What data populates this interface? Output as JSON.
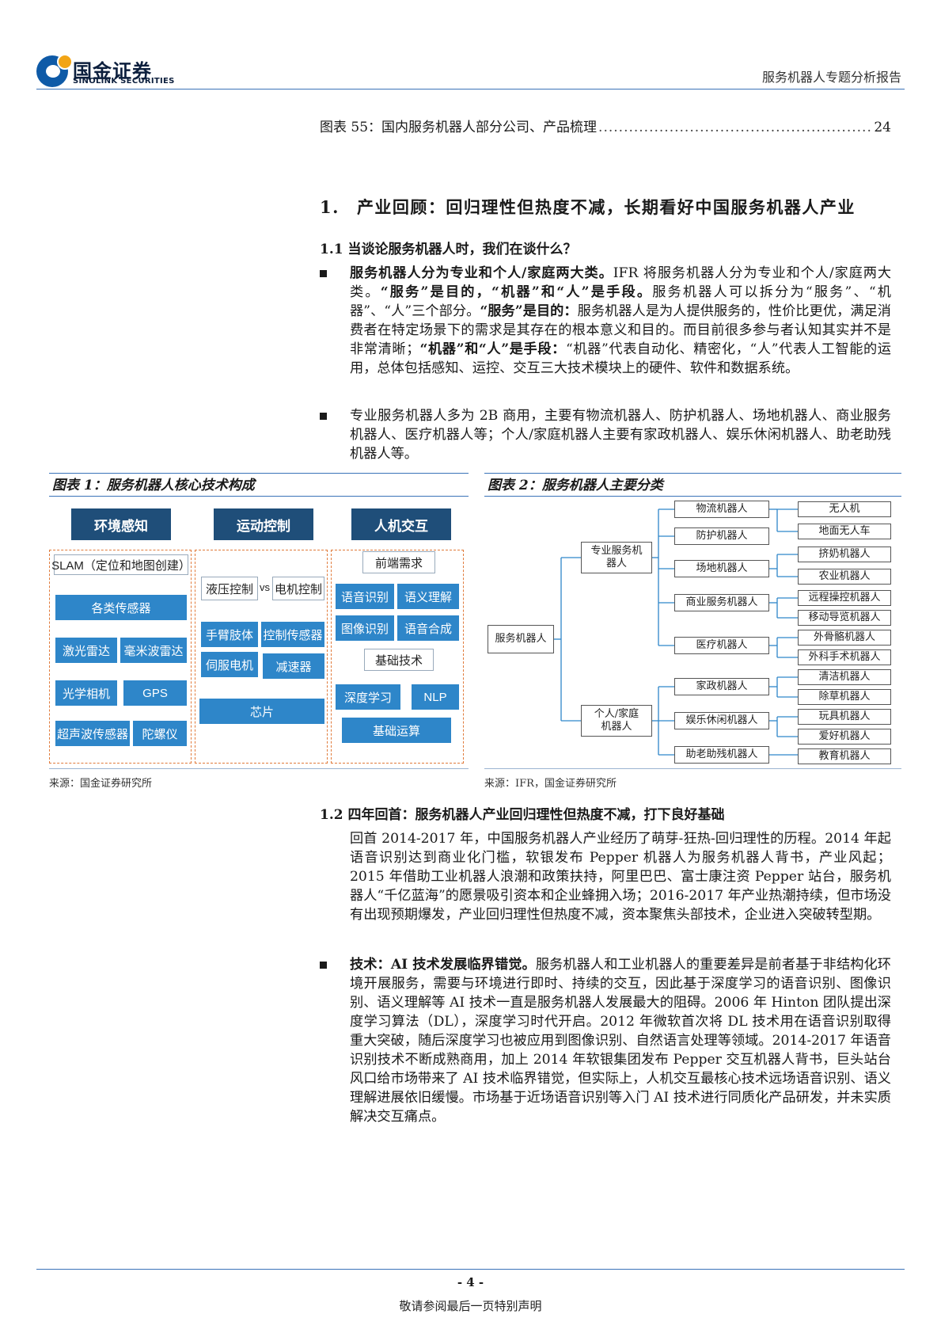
{
  "header": {
    "logo_cn": "国金证券",
    "logo_en": "SINOLINK SECURITIES",
    "report_title": "服务机器人专题分析报告"
  },
  "toc": {
    "entry": "图表 55：国内服务机器人部分公司、产品梳理",
    "page": "24"
  },
  "section1": {
    "number": "1.",
    "title": "产业回顾：回归理性但热度不减，长期看好中国服务机器人产业"
  },
  "section1_1": {
    "title": "1.1 当谈论服务机器人时，我们在谈什么？",
    "bullet1": {
      "lead": "服务机器人分为专业和个人/家庭两大类。",
      "t1": "IFR 将服务机器人分为专业和个人/家庭两大类。",
      "b1": "“服务”是目的，“机器”和“人”是手段。",
      "t2": "服务机器人可以拆分为“服务”、“机器”、“人”三个部分。",
      "b2": "“服务”是目的：",
      "t3": "服务机器人是为人提供服务的，性价比更优，满足消费者在特定场景下的需求是其存在的根本意义和目的。而目前很多参与者认知其实并不是非常清晰；",
      "b3": "“机器”和“人”是手段：",
      "t4": "“机器”代表自动化、精密化，“人”代表人工智能的运用，总体包括感知、运控、交互三大技术模块上的硬件、软件和数据系统。"
    },
    "bullet2": "专业服务机器人多为 2B 商用，主要有物流机器人、防护机器人、场地机器人、商业服务机器人、医疗机器人等；个人/家庭机器人主要有家政机器人、娱乐休闲机器人、助老助残机器人等。"
  },
  "figure1": {
    "caption": "图表 1：服务机器人核心技术构成",
    "source": "来源：国金证券研究所",
    "col1": {
      "head": "环境感知",
      "slam": "SLAM（定位和地图创建）",
      "sensors": "各类传感器",
      "lidar": "激光雷达",
      "mmwave": "毫米波雷达",
      "camera": "光学相机",
      "gps": "GPS",
      "ultrasonic": "超声波传感器",
      "gyro": "陀螺仪"
    },
    "col2": {
      "head": "运动控制",
      "hydraulic": "液压控制",
      "vs": "vs",
      "motor_ctrl": "电机控制",
      "arm": "手臂肢体",
      "ctrl_sensor": "控制传感器",
      "servo": "伺服电机",
      "reducer": "减速器",
      "chip": "芯片"
    },
    "col3": {
      "head": "人机交互",
      "front": "前端需求",
      "asr": "语音识别",
      "nlu": "语义理解",
      "img": "图像识别",
      "tts": "语音合成",
      "basic_tech": "基础技术",
      "dl": "深度学习",
      "nlp": "NLP",
      "compute": "基础运算"
    }
  },
  "figure2": {
    "caption": "图表 2：服务机器人主要分类",
    "source": "来源：IFR，国金证券研究所",
    "root": "服务机器人",
    "pro": "专业服务机\n器人",
    "personal": "个人/家庭\n机器人",
    "pro_children": [
      "物流机器人",
      "防护机器人",
      "场地机器人",
      "商业服务机器人",
      "医疗机器人"
    ],
    "personal_children": [
      "家政机器人",
      "娱乐休闲机器人",
      "助老助残机器人"
    ],
    "leaves": [
      "无人机",
      "地面无人车",
      "挤奶机器人",
      "农业机器人",
      "远程操控机器人",
      "移动导览机器人",
      "外骨骼机器人",
      "外科手术机器人",
      "清洁机器人",
      "除草机器人",
      "玩具机器人",
      "爱好机器人",
      "教育机器人"
    ]
  },
  "section1_2": {
    "title": "1.2 四年回首：服务机器人产业回归理性但热度不减，打下良好基础",
    "intro": "回首 2014-2017 年，中国服务机器人产业经历了萌芽-狂热-回归理性的历程。2014 年起语音识别达到商业化门槛，软银发布 Pepper 机器人为服务机器人背书，产业风起； 2015 年借助工业机器人浪潮和政策扶持，阿里巴巴、富士康注资 Pepper 站台，服务机器人“千亿蓝海”的愿景吸引资本和企业蜂拥入场；2016-2017 年产业热潮持续，但市场没有出现预期爆发，产业回归理性但热度不减，资本聚焦头部技术，企业进入突破转型期。",
    "bullet_lead": "技术：AI 技术发展临界错觉。",
    "bullet_text": "服务机器人和工业机器人的重要差异是前者基于非结构化环境开展服务，需要与环境进行即时、持续的交互，因此基于深度学习的语音识别、图像识别、语义理解等 AI 技术一直是服务机器人发展最大的阻碍。2006 年 Hinton 团队提出深度学习算法（DL），深度学习时代开启。2012 年微软首次将 DL 技术用在语音识别取得重大突破，随后深度学习也被应用到图像识别、自然语言处理等领域。2014-2017 年语音识别技术不断成熟商用，加上 2014 年软银集团发布 Pepper 交互机器人背书，巨头站台风口给市场带来了 AI 技术临界错觉，但实际上，人机交互最核心技术远场语音识别、语义理解进展依旧缓慢。市场基于近场语音识别等入门 AI 技术进行同质化产品研发，并未实质解决交互痛点。"
  },
  "footer": {
    "page": "- 4 -",
    "disclaimer": "敬请参阅最后一页特别声明"
  },
  "colors": {
    "accent_rule": "#3a73b8",
    "fig1_header": "#1f4e79",
    "fig1_tile": "#2e86c9",
    "fig1_dash": "#e07a3a",
    "logo_blue": "#0e5aa7",
    "logo_orange": "#f2a516"
  }
}
